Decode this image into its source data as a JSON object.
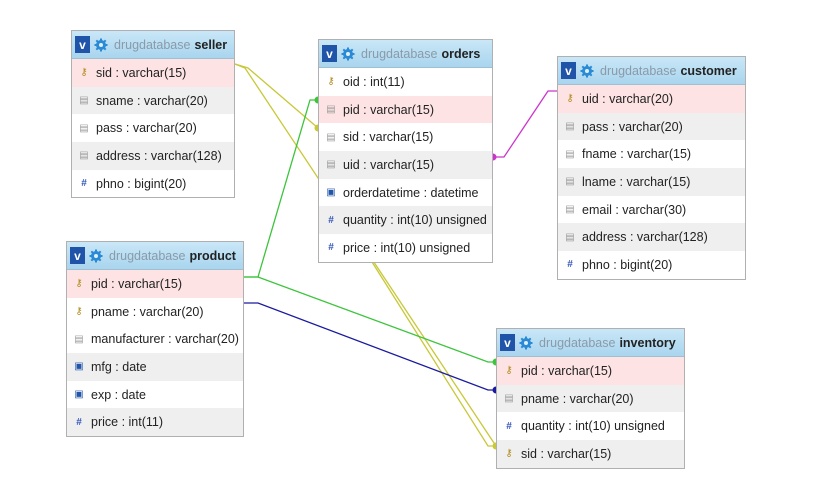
{
  "tables": {
    "seller": {
      "db": "drugdatabase",
      "name": "seller",
      "columns": [
        {
          "text": "sid : varchar(15)",
          "icon": "key-icon",
          "style": "pk"
        },
        {
          "text": "sname : varchar(20)",
          "icon": "text-field-icon",
          "style": "alt"
        },
        {
          "text": "pass : varchar(20)",
          "icon": "text-field-icon",
          "style": ""
        },
        {
          "text": "address : varchar(128)",
          "icon": "text-field-icon",
          "style": "alt"
        },
        {
          "text": "phno : bigint(20)",
          "icon": "number-icon",
          "style": ""
        }
      ]
    },
    "orders": {
      "db": "drugdatabase",
      "name": "orders",
      "columns": [
        {
          "text": "oid : int(11)",
          "icon": "key-icon",
          "style": ""
        },
        {
          "text": "pid : varchar(15)",
          "icon": "text-field-icon",
          "style": "pk"
        },
        {
          "text": "sid : varchar(15)",
          "icon": "text-field-icon",
          "style": ""
        },
        {
          "text": "uid : varchar(15)",
          "icon": "text-field-icon",
          "style": "alt"
        },
        {
          "text": "orderdatetime : datetime",
          "icon": "calendar-icon",
          "style": ""
        },
        {
          "text": "quantity : int(10) unsigned",
          "icon": "number-icon",
          "style": "alt"
        },
        {
          "text": "price : int(10) unsigned",
          "icon": "number-icon",
          "style": ""
        }
      ]
    },
    "customer": {
      "db": "drugdatabase",
      "name": "customer",
      "columns": [
        {
          "text": "uid : varchar(20)",
          "icon": "key-icon",
          "style": "pk"
        },
        {
          "text": "pass : varchar(20)",
          "icon": "text-field-icon",
          "style": "alt"
        },
        {
          "text": "fname : varchar(15)",
          "icon": "text-field-icon",
          "style": ""
        },
        {
          "text": "lname : varchar(15)",
          "icon": "text-field-icon",
          "style": "alt"
        },
        {
          "text": "email : varchar(30)",
          "icon": "text-field-icon",
          "style": ""
        },
        {
          "text": "address : varchar(128)",
          "icon": "text-field-icon",
          "style": "alt"
        },
        {
          "text": "phno : bigint(20)",
          "icon": "number-icon",
          "style": ""
        }
      ]
    },
    "product": {
      "db": "drugdatabase",
      "name": "product",
      "columns": [
        {
          "text": "pid : varchar(15)",
          "icon": "key-icon",
          "style": "pk"
        },
        {
          "text": "pname : varchar(20)",
          "icon": "key-icon",
          "style": ""
        },
        {
          "text": "manufacturer : varchar(20)",
          "icon": "text-field-icon",
          "style": ""
        },
        {
          "text": "mfg : date",
          "icon": "calendar-icon",
          "style": "alt"
        },
        {
          "text": "exp : date",
          "icon": "calendar-icon",
          "style": ""
        },
        {
          "text": "price : int(11)",
          "icon": "number-icon",
          "style": "alt"
        }
      ]
    },
    "inventory": {
      "db": "drugdatabase",
      "name": "inventory",
      "columns": [
        {
          "text": "pid : varchar(15)",
          "icon": "key-icon",
          "style": "pk"
        },
        {
          "text": "pname : varchar(20)",
          "icon": "text-field-icon",
          "style": "alt"
        },
        {
          "text": "quantity : int(10) unsigned",
          "icon": "number-icon",
          "style": ""
        },
        {
          "text": "sid : varchar(15)",
          "icon": "key-icon",
          "style": "alt"
        }
      ]
    }
  },
  "colors": {
    "seller_orders": "#c8c83a",
    "product_orders": "#3cc43c",
    "customer_orders": "#cc33cc",
    "product_inventory_pid": "#3cc43c",
    "product_inventory_pname": "#1a1aa0",
    "seller_inventory": "#c8c83a"
  }
}
